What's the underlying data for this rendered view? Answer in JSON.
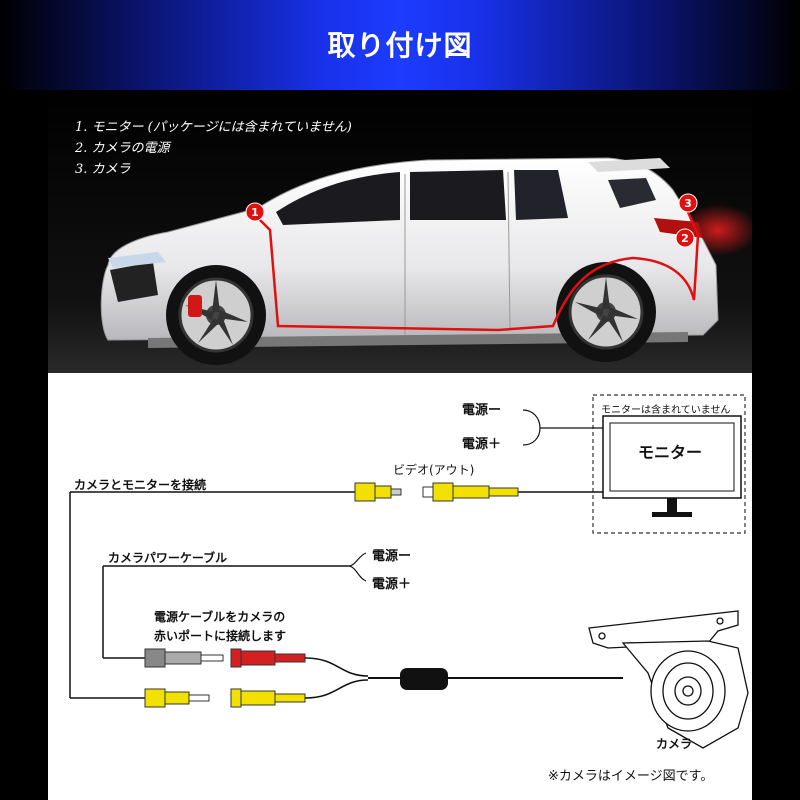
{
  "header": {
    "title": "取り付け図"
  },
  "legend": [
    "1. モニター (パッケージには含まれていません)",
    "2. カメラの電源",
    "3. カメラ"
  ],
  "photo": {
    "markers": [
      "1",
      "2",
      "3"
    ]
  },
  "diagram": {
    "monitor_box_note": "モニターは含まれていません",
    "monitor_label": "モニター",
    "power_minus": "電源ー",
    "power_plus": "電源＋",
    "video_out": "ビデオ(アウト)",
    "connect_label": "カメラとモニターを接続",
    "power_cable_label": "カメラパワーケーブル",
    "power_minus_2": "電源ー",
    "power_plus_2": "電源＋",
    "note_line1": "電源ケーブルをカメラの",
    "note_line2": "赤いポートに接続します",
    "camera_label": "カメラ",
    "footnote": "※カメラはイメージ図です。"
  },
  "colors": {
    "header_blue": "#1d3cff",
    "wire_red": "#e01010",
    "connector_yellow": "#f2e000",
    "connector_red": "#d42020",
    "connector_gray": "#888888"
  }
}
